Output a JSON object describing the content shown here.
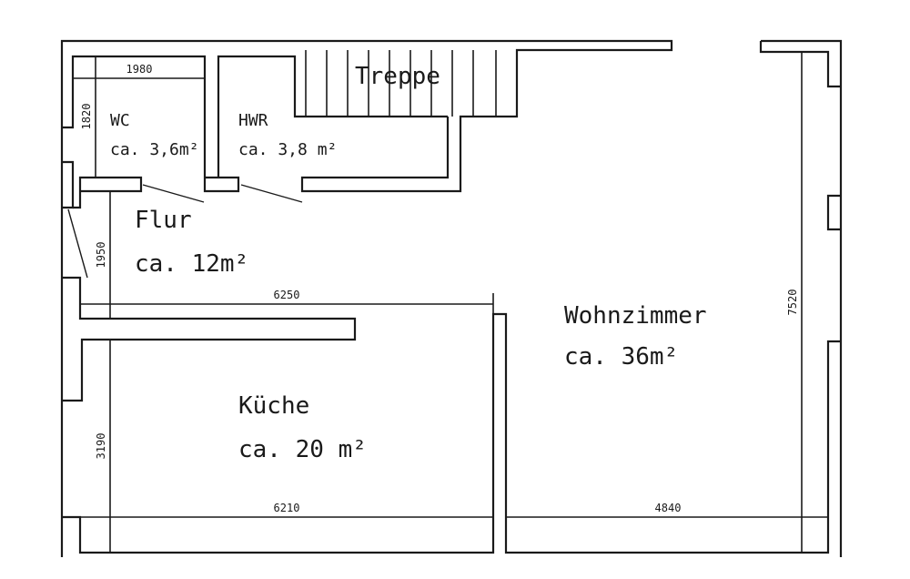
{
  "rooms": {
    "treppe": {
      "name": "Treppe"
    },
    "wc": {
      "name": "WC",
      "area": "ca. 3,6m²"
    },
    "hwr": {
      "name": "HWR",
      "area": "ca. 3,8 m²"
    },
    "flur": {
      "name": "Flur",
      "area": "ca. 12m²"
    },
    "wohnzimmer": {
      "name": "Wohnzimmer",
      "area": "ca. 36m²"
    },
    "kueche": {
      "name": "Küche",
      "area": "ca. 20 m²"
    }
  },
  "dimensions": {
    "wc_width": "1980",
    "wc_depth": "1820",
    "flur_depth": "1950",
    "flur_width": "6250",
    "kueche_depth": "3190",
    "kueche_width": "6210",
    "wohnzimmer_width": "4840",
    "total_depth": "7520"
  }
}
